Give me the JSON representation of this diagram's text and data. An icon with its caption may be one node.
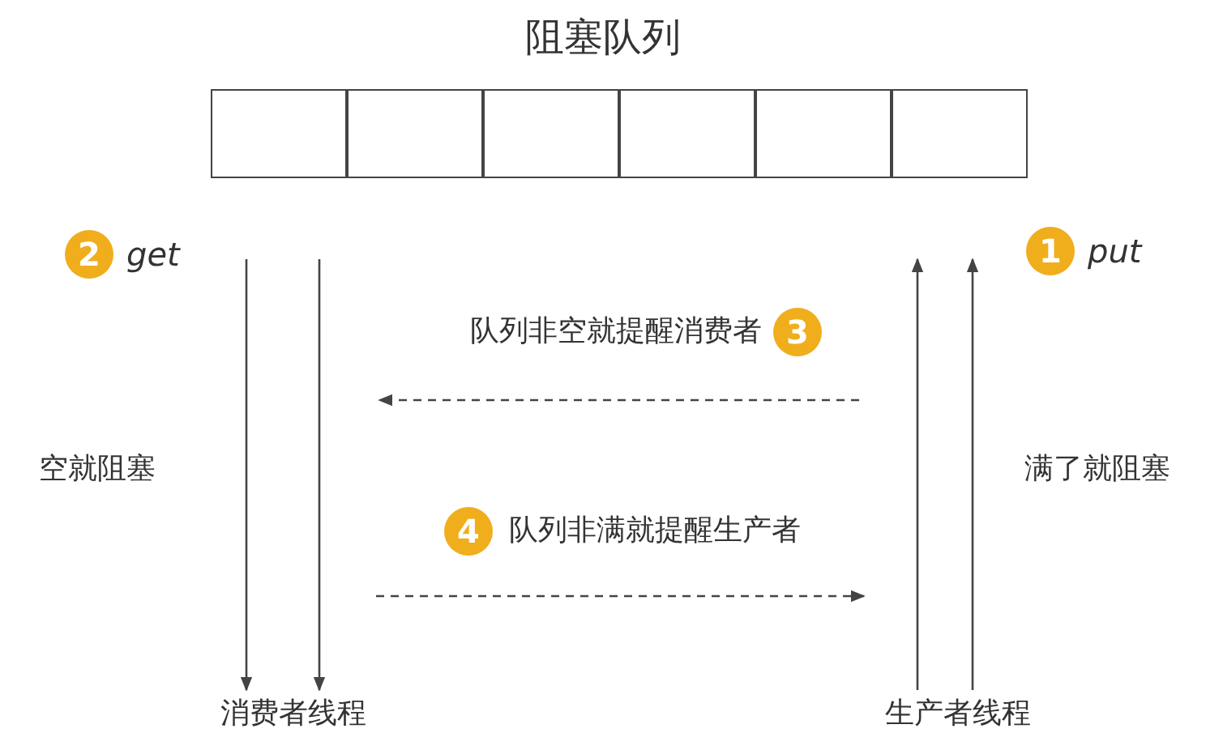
{
  "diagram": {
    "title": "阻塞队列",
    "nodes": [
      {
        "text": [],
        "shape": "box"
      },
      {
        "text": [],
        "shape": "box"
      },
      {
        "text": [],
        "shape": "box"
      },
      {
        "text": [],
        "shape": "box"
      },
      {
        "text": [],
        "shape": "box"
      },
      {
        "text": [],
        "shape": "box"
      },
      {
        "text": [
          "2"
        ],
        "beside": [
          "get"
        ]
      },
      {
        "text": [
          "1"
        ],
        "beside": [
          "put"
        ]
      },
      {
        "text": [
          "3"
        ],
        "beside": [
          "队列非空就提醒消费者"
        ]
      },
      {
        "text": [
          "4"
        ],
        "beside": [
          "队列非满就提醒生产者"
        ]
      },
      {
        "text": [
          "消费者线程"
        ]
      },
      {
        "text": [
          "生产者线程"
        ]
      }
    ],
    "edges": [
      {
        "from": null,
        "to": 10,
        "arrow": "to"
      },
      {
        "from": null,
        "to": 10,
        "arrow": "to"
      },
      {
        "from": 11,
        "to": null,
        "arrow": "to"
      },
      {
        "from": 11,
        "to": null,
        "arrow": "to"
      }
    ],
    "labels": [
      "空就阻塞",
      "满了就阻塞"
    ]
  }
}
